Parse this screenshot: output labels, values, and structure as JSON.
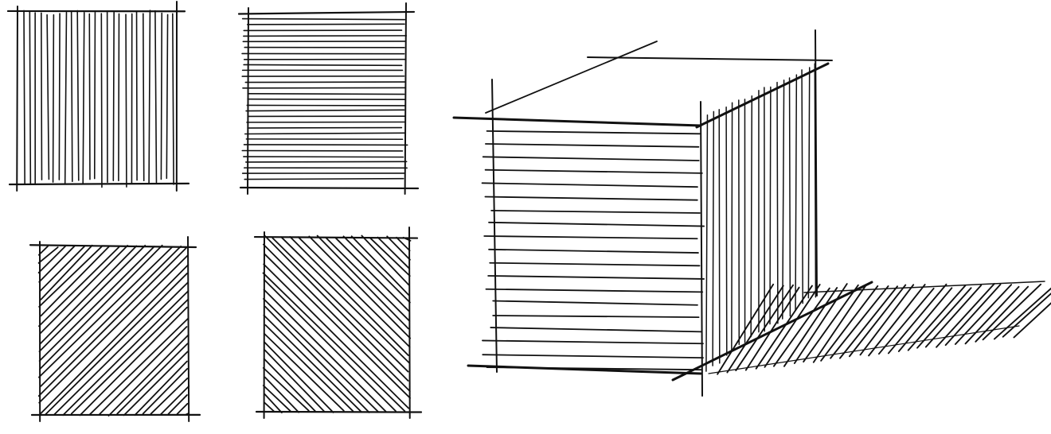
{
  "colors": {
    "ink": "#111111",
    "paper": "#ffffff"
  },
  "panels": [
    {
      "name": "vertical-hatch-square",
      "hatch": "vertical"
    },
    {
      "name": "horizontal-hatch-square",
      "hatch": "horizontal"
    },
    {
      "name": "diagonal-right-hatch-square",
      "hatch": "diagonal-up"
    },
    {
      "name": "diagonal-left-hatch-square",
      "hatch": "diagonal-down"
    }
  ],
  "cube": {
    "front_hatch": "horizontal",
    "side_hatch": "vertical",
    "shadow_hatch": "diagonal"
  }
}
